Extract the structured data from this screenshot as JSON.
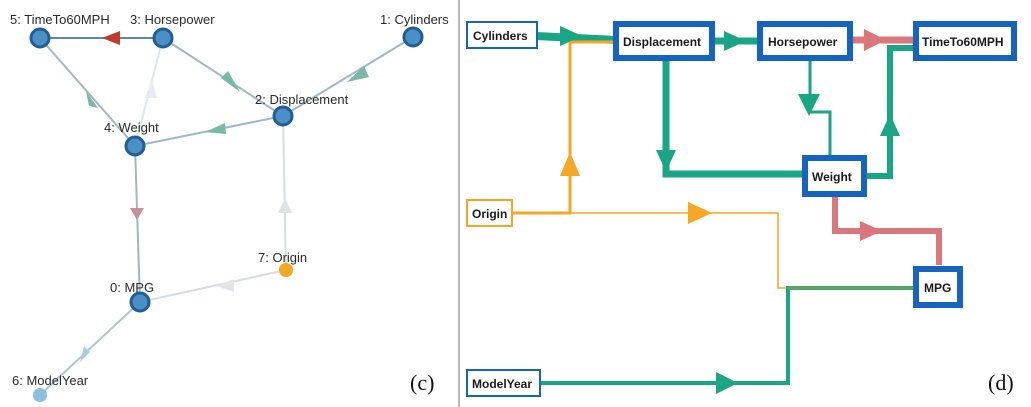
{
  "panel_c": {
    "tag": "(c)",
    "nodes": {
      "timeto60": "5: TimeTo60MPH",
      "horsepower": "3: Horsepower",
      "cylinders": "1: Cylinders",
      "displacement": "2: Displacement",
      "weight": "4: Weight",
      "origin": "7: Origin",
      "mpg": "0: MPG",
      "modelyear": "6: ModelYear"
    }
  },
  "panel_d": {
    "tag": "(d)",
    "boxes": {
      "cylinders": "Cylinders",
      "displacement": "Displacement",
      "horsepower": "Horsepower",
      "timeto60": "TimeTo60MPH",
      "weight": "Weight",
      "origin": "Origin",
      "mpg": "MPG",
      "modelyear": "ModelYear"
    }
  },
  "colors": {
    "node_blue": "#4a90c6",
    "node_blue_edge": "#1f5f96",
    "origin_orange": "#f5a623",
    "edge_grey": "#9fb7c9",
    "arrow_teal": "#79b8a6",
    "arrow_red": "#c0392b",
    "flow_green": "#1aa584",
    "flow_orange": "#f5a623",
    "flow_red": "#d9777b",
    "box_blue": "#1565c0"
  }
}
